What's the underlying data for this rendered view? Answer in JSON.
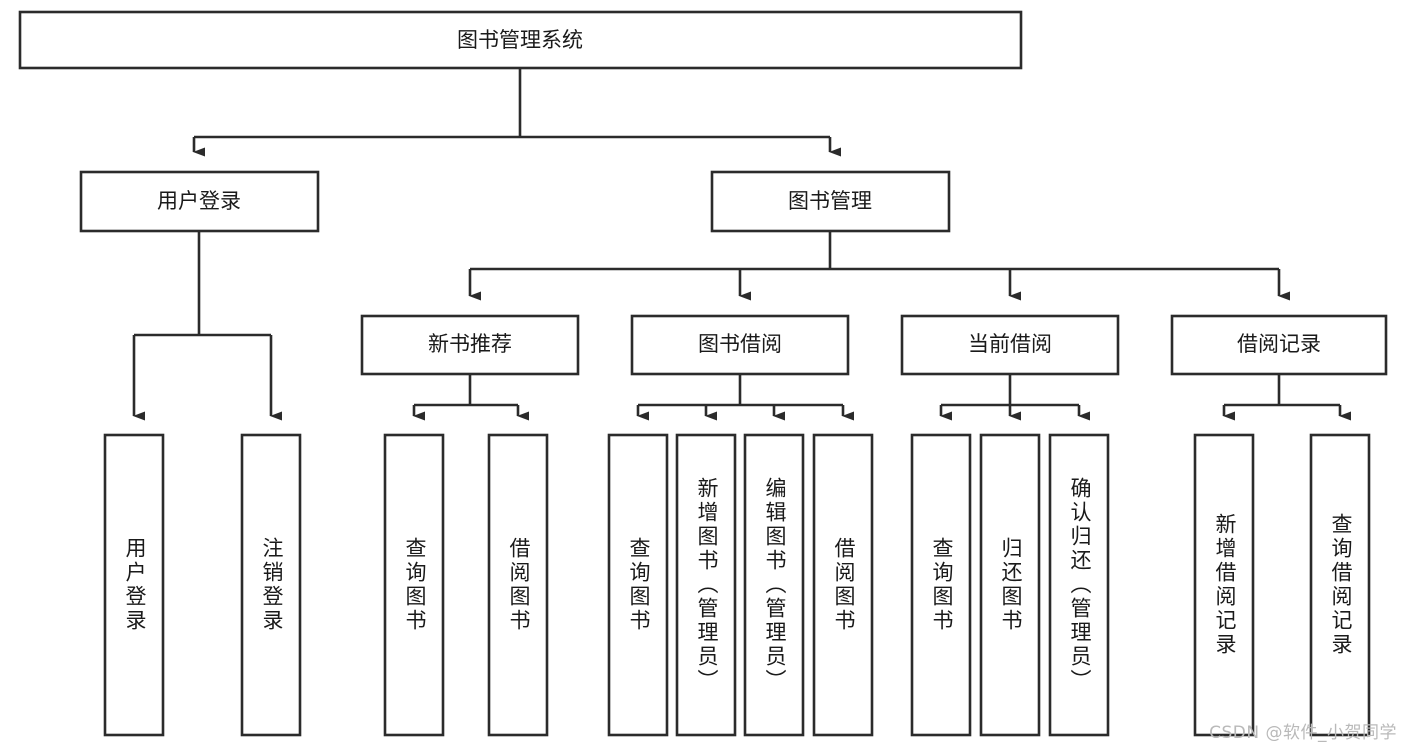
{
  "diagram": {
    "title": "图书管理系统",
    "type": "tree-hierarchy",
    "root": {
      "label": "图书管理系统"
    },
    "level1": [
      {
        "label": "用户登录"
      },
      {
        "label": "图书管理"
      }
    ],
    "level2": [
      {
        "label": "新书推荐",
        "parent": "图书管理"
      },
      {
        "label": "图书借阅",
        "parent": "图书管理"
      },
      {
        "label": "当前借阅",
        "parent": "图书管理"
      },
      {
        "label": "借阅记录",
        "parent": "图书管理"
      }
    ],
    "leaves": {
      "user_login": [
        {
          "label": "用户登录"
        },
        {
          "label": "注销登录"
        }
      ],
      "new_book_recommend": [
        {
          "label": "查询图书"
        },
        {
          "label": "借阅图书"
        }
      ],
      "book_borrow": [
        {
          "label": "查询图书"
        },
        {
          "label": "新增图书（管理员）"
        },
        {
          "label": "编辑图书（管理员）"
        },
        {
          "label": "借阅图书"
        }
      ],
      "current_borrow": [
        {
          "label": "查询图书"
        },
        {
          "label": "归还图书"
        },
        {
          "label": "确认归还（管理员）"
        }
      ],
      "borrow_record": [
        {
          "label": "新增借阅记录"
        },
        {
          "label": "查询借阅记录"
        }
      ]
    }
  },
  "watermark": {
    "text": "CSDN @软件_小贺同学"
  },
  "colors": {
    "stroke": "#2b2b2b",
    "fill": "#ffffff",
    "text": "#1a1a1a",
    "watermark": "#b9b9b9"
  }
}
